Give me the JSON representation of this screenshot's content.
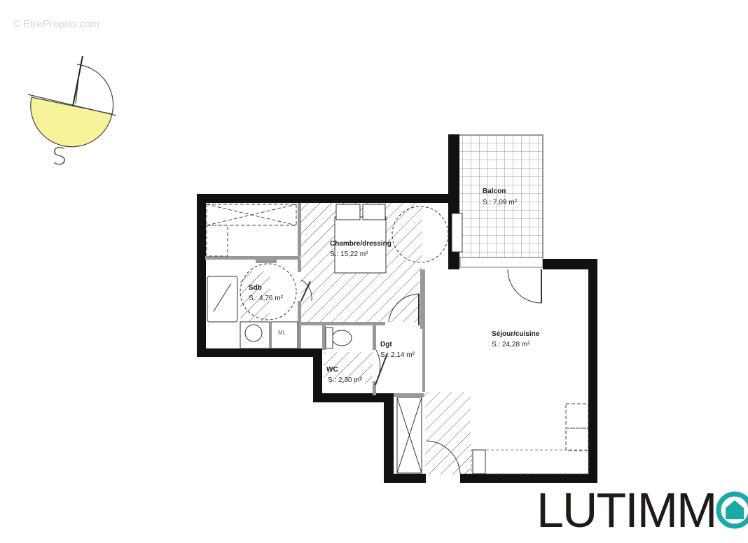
{
  "watermark": "© EtreProprio.com",
  "compass": {
    "direction_label": "S",
    "sun_color": "#f7f39a"
  },
  "rooms": [
    {
      "name": "Balcon",
      "area": "S.: 7,09 m²"
    },
    {
      "name": "Chambre/dressing",
      "area": "S.: 15,22 m²"
    },
    {
      "name": "Sdb",
      "area": "S.: 4,76 m²"
    },
    {
      "name": "Dgt",
      "area": "S.: 2,14 m²"
    },
    {
      "name": "WC",
      "area": "S.: 2,30 m²"
    },
    {
      "name": "Séjour/cuisine",
      "area": "S.: 24,28 m²"
    }
  ],
  "fixtures": {
    "washing_machine": "ML"
  },
  "logo": {
    "text": "LUTIMM",
    "accent_color": "#1aa9a6"
  }
}
